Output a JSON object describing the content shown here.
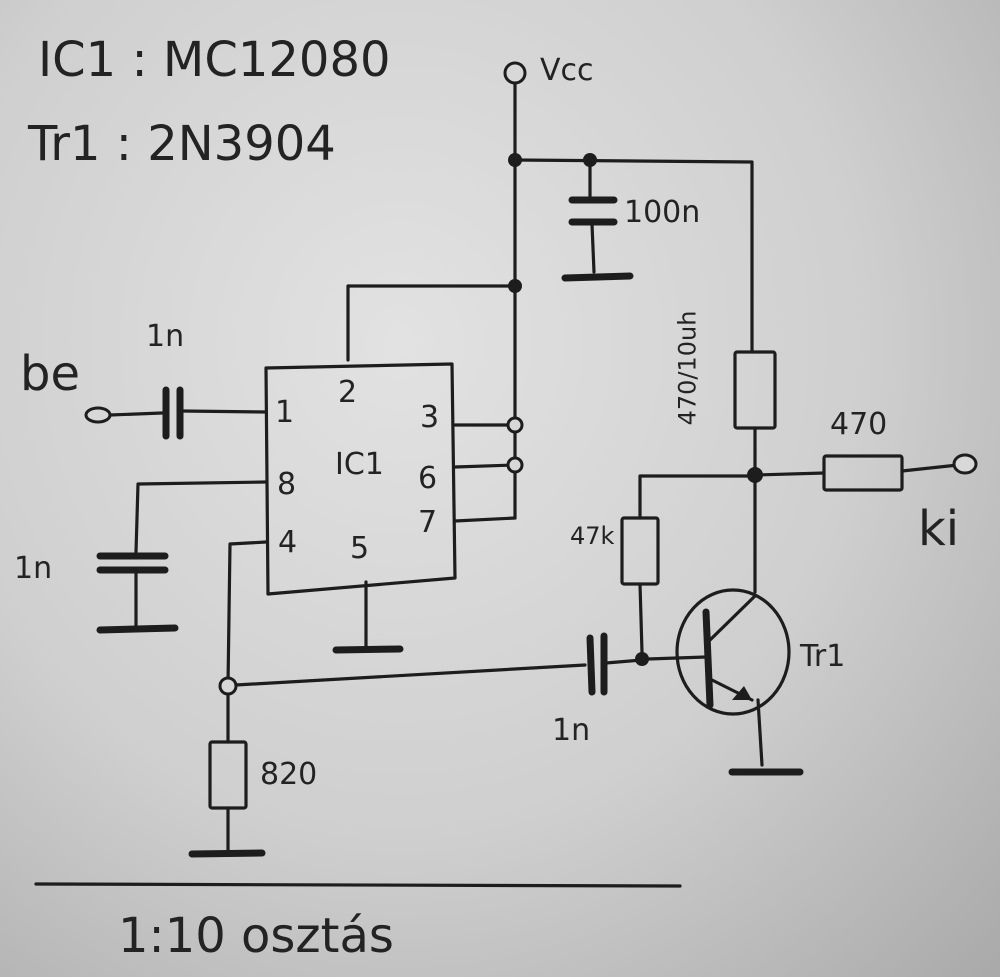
{
  "notes": {
    "ic_line": "IC1 : MC12080",
    "tr_line": "Tr1 : 2N3904",
    "footer": "1:10 osztás"
  },
  "labels": {
    "vcc": "Vcc",
    "input": "be",
    "output": "ki",
    "cap_in": "1n",
    "cap_pin8": "1n",
    "cap_decouple": "100n",
    "cap_couple": "1n",
    "res_collector": "470/10uh",
    "res_bias": "47k",
    "res_out": "470",
    "res_pin4": "820",
    "transistor": "Tr1",
    "ic_name": "IC1"
  },
  "ic_pins": {
    "p1": "1",
    "p2": "2",
    "p3": "3",
    "p4": "4",
    "p5": "5",
    "p6": "6",
    "p7": "7",
    "p8": "8"
  }
}
